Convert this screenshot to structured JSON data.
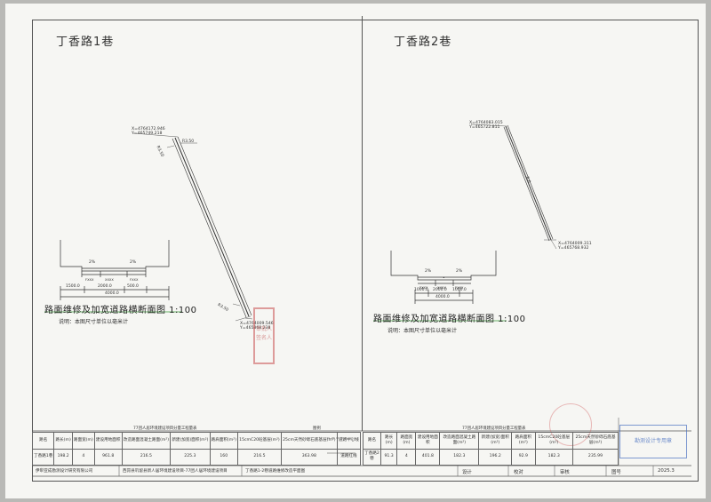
{
  "colors": {
    "paper": "#f6f6f3",
    "line": "#333333",
    "stamp": "#c85050",
    "blue_stamp": "#4a70c0"
  },
  "left": {
    "title": "丁香路1巷",
    "coord_top": [
      "X=4764172.946",
      "Y=465749.218"
    ],
    "coord_bottom": [
      "X=4764009.546",
      "Y=465868.238"
    ],
    "seg_label_1": "R3.50",
    "seg_label_2": "R3.50",
    "seg_label_3": "R3.50",
    "section_title": "路面维修及加宽道路横断面图 1:100",
    "note": "说明：本图尺寸单位以毫米计",
    "slopes": [
      "2%",
      "2%"
    ],
    "layers": [
      "FXXX",
      "XXXX",
      "FXXX"
    ],
    "dims": [
      "1500.0",
      "2000.0",
      "500.0"
    ],
    "total": "4000.0"
  },
  "right": {
    "title": "丁香路2巷",
    "coord_top": [
      "X=4764083.015",
      "Y=465722.811"
    ],
    "coord_bottom": [
      "X=4764009.311",
      "Y=465768.932"
    ],
    "seg_label": "R.0",
    "section_title": "路面维修及加宽道路横断面图 1:100",
    "note": "说明：本图尺寸单位以毫米计",
    "slopes": [
      "2%",
      "2%"
    ],
    "layers": [
      "FXXX",
      "XXXX",
      "FXXX"
    ],
    "dims": [
      "1000.0",
      "2000.0",
      "1000.0"
    ],
    "total": "4000.0",
    "dot": "•"
  },
  "table_left": {
    "caption": "77团人居环境建设项目分量工程量表",
    "legend_caption": "图例",
    "headers": [
      "路名",
      "路长(m)",
      "路面宽(m)",
      "建设用地面积",
      "改造路面混凝土路面(m²)",
      "新建(加宽)面积(m²)",
      "路肩面积(m²)",
      "15cmC20砼基层(m²)",
      "25cm天然砂砾石底基层(m²)",
      "道路中心线"
    ],
    "row": [
      "丁香路1巷",
      "198.2",
      "4",
      "961.8",
      "216.5",
      "225.3",
      "160",
      "216.5",
      "363.98",
      "道路红线"
    ]
  },
  "table_right": {
    "caption": "77团人居环境建设项目分量工程量表",
    "headers": [
      "路名",
      "路长(m)",
      "路面宽(m)",
      "建设用地面积",
      "改造路面混凝土路面(m²)",
      "新建(加宽)面积(m²)",
      "路肩面积(m²)",
      "15cmC20砼基层(m²)",
      "25cm天然砂砾石底基层(m²)"
    ],
    "row": [
      "丁香路2巷",
      "91.3",
      "4",
      "401.8",
      "182.3",
      "196.2",
      "92.9",
      "182.3",
      "235.99"
    ]
  },
  "title_block": {
    "company": "伊犁亚成勘测设计研究有限公司",
    "project": "西昂县巩留县新人居环境建设项目-77团人居环境建设项目",
    "drawing": "丁香路1-2巷道路维修改造平面图",
    "design_label": "设计",
    "check_label": "校对",
    "review_label": "审核",
    "sheet_label": "图号",
    "date": "2025.3"
  },
  "stamp_left": [
    "审批人",
    "签名人"
  ],
  "stamp_right": "勘测设计专用章"
}
